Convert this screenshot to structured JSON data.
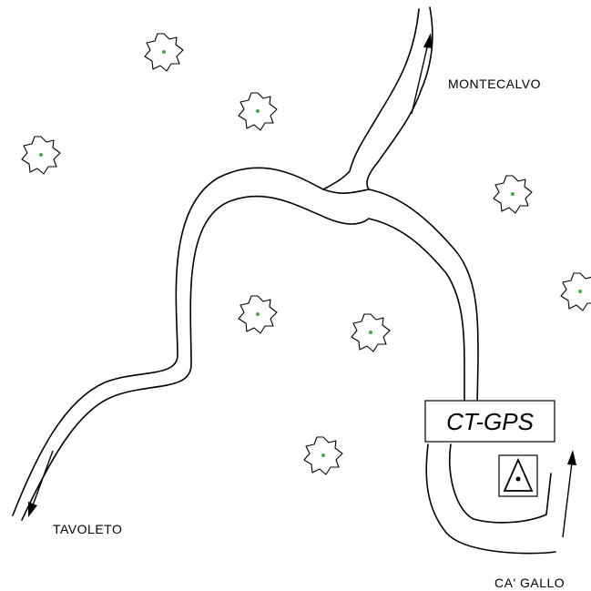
{
  "places": {
    "montecalvo": "MONTECALVO",
    "tavoleto": "TAVOLETO",
    "ca_gallo": "CA' GALLO"
  },
  "station": {
    "label": "CT-GPS",
    "marker_icon": "triangle-survey-point-icon"
  },
  "tree_icon": "tree-icon",
  "colors": {
    "background": "#ffffff",
    "lines": "#000000",
    "tree_center": "#3fae3f"
  }
}
